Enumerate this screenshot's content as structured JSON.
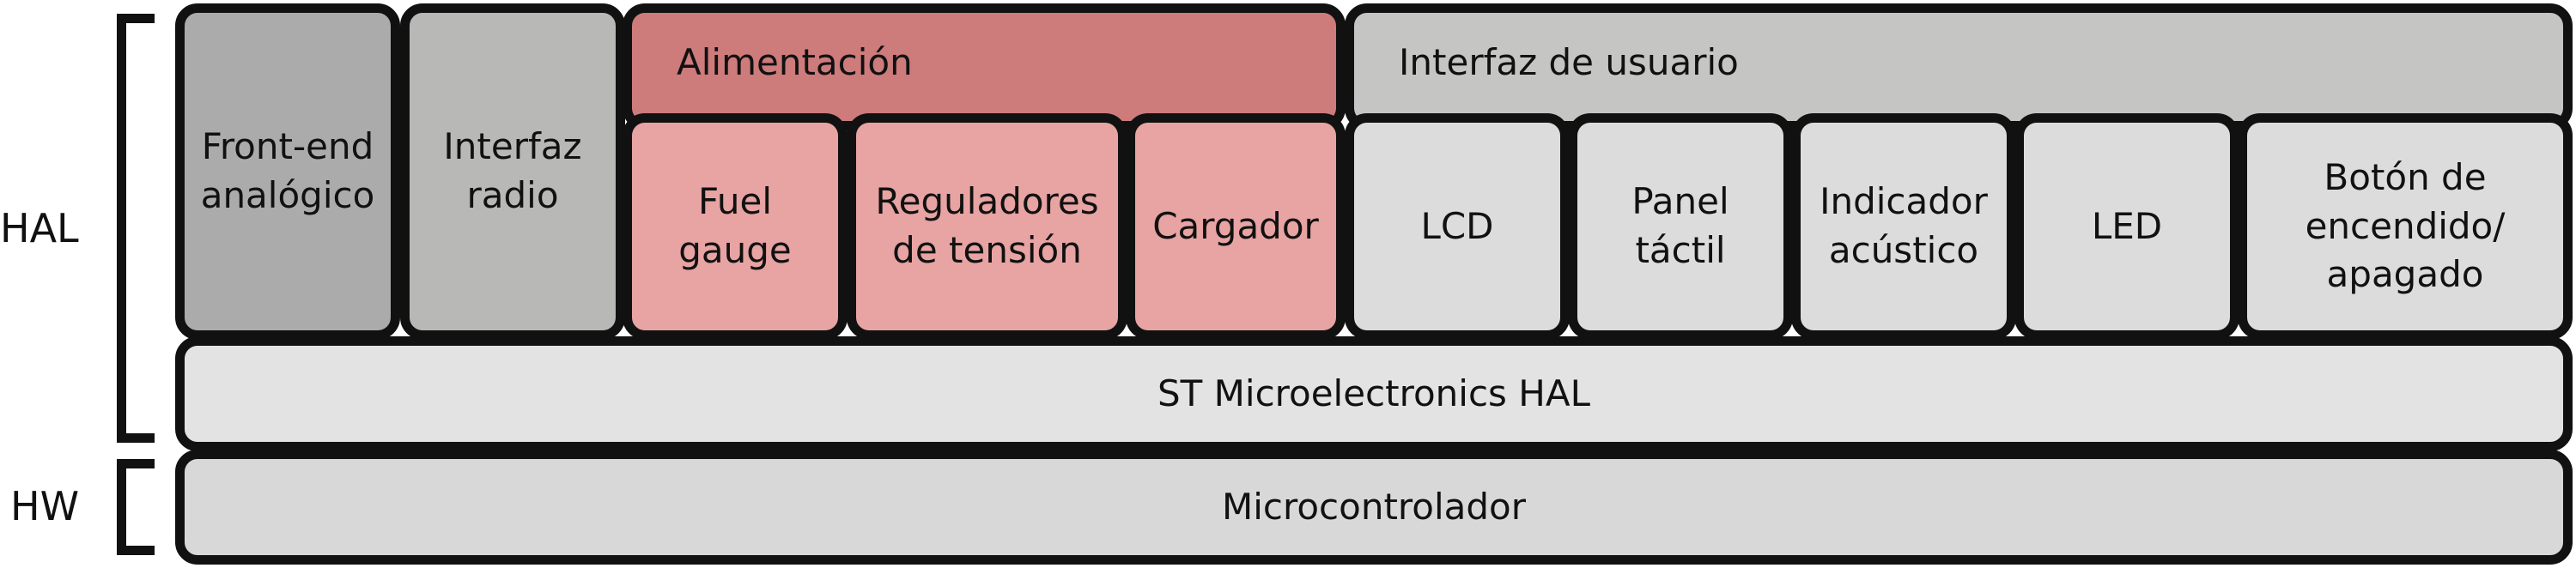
{
  "layers": {
    "hal_label": "HAL",
    "hw_label": "HW"
  },
  "blocks": {
    "frontend": "Front-end\nanalógico",
    "radio": "Interfaz\nradio",
    "power_group": "Alimentación",
    "ui_group": "Interfaz de usuario",
    "fuel_gauge": "Fuel\ngauge",
    "regulators": "Reguladores\nde tensión",
    "charger": "Cargador",
    "lcd": "LCD",
    "touch_panel": "Panel\ntáctil",
    "buzzer": "Indicador\nacústico",
    "led": "LED",
    "power_button": "Botón de\nencendido/\napagado",
    "st_hal": "ST Microelectronics HAL",
    "mcu": "Microcontrolador"
  },
  "colors": {
    "dark_gray": "#ababab",
    "mid_gray": "#b8b8b7",
    "power_header": "#cd7b7b",
    "power_child": "#e8a3a3",
    "ui_header": "#c5c6c4",
    "light_gray": "#dcdcdc",
    "base_gray": "#e3e3e3",
    "mcu_gray": "#d8d8d8",
    "outline": "#111111"
  }
}
